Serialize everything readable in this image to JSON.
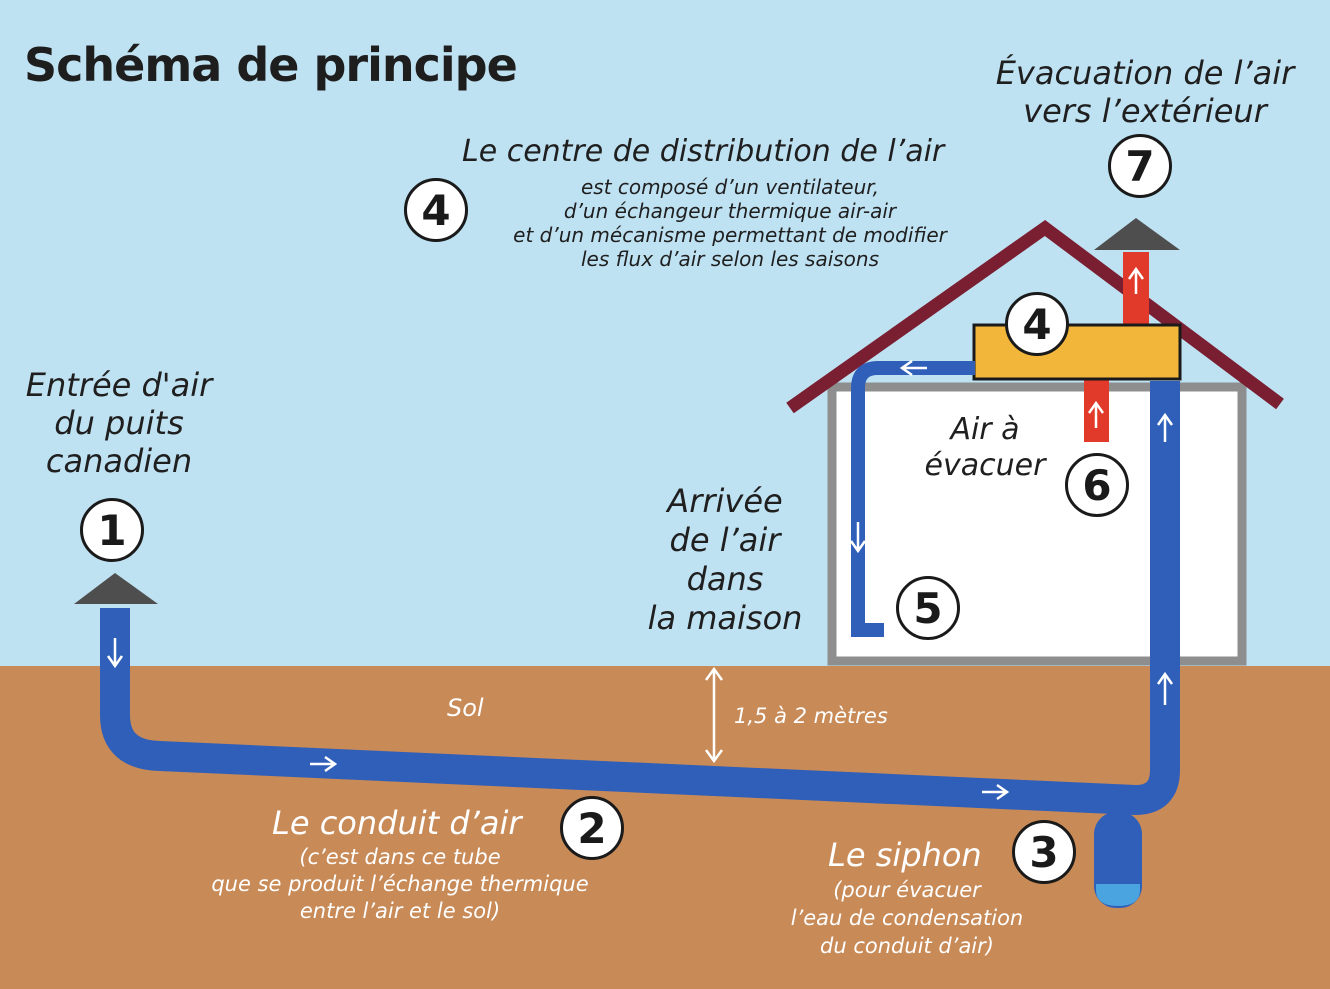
{
  "title": "Schéma de principe",
  "colors": {
    "sky": "#bfe2f3",
    "ground": "#c88a57",
    "duct": "#2f5fb8",
    "roof": "#7a1f32",
    "wall": "#8e8e8e",
    "exhaust": "#e23a2a",
    "unit": "#f2b63a",
    "water": "#4aa4e0",
    "cap": "#4e4e4e"
  },
  "labels": {
    "entree": [
      "Entrée d'air",
      "du puits",
      "canadien"
    ],
    "evacuation": [
      "Évacuation de l’air",
      "vers l’extérieur"
    ],
    "centre_title": "Le centre de distribution de l’air",
    "centre_desc": [
      "est composé d’un ventilateur,",
      "d’un échangeur thermique air-air",
      "et d’un mécanisme permettant de modifier",
      "les flux d’air selon les saisons"
    ],
    "air_evacuer": [
      "Air à",
      "évacuer"
    ],
    "arrivee": [
      "Arrivée",
      "de l’air",
      "dans",
      "la maison"
    ],
    "sol": "Sol",
    "profondeur": "1,5 à 2 mètres",
    "conduit_title": "Le conduit d’air",
    "conduit_desc": [
      "(c’est dans ce tube",
      "que se produit l’échange thermique",
      "entre l’air et le sol)"
    ],
    "siphon_title": "Le siphon",
    "siphon_desc": [
      "(pour évacuer",
      "l’eau de condensation",
      "du conduit d’air)"
    ]
  },
  "badges": {
    "b1": "1",
    "b2": "2",
    "b3": "3",
    "b4a": "4",
    "b4b": "4",
    "b5": "5",
    "b6": "6",
    "b7": "7"
  }
}
